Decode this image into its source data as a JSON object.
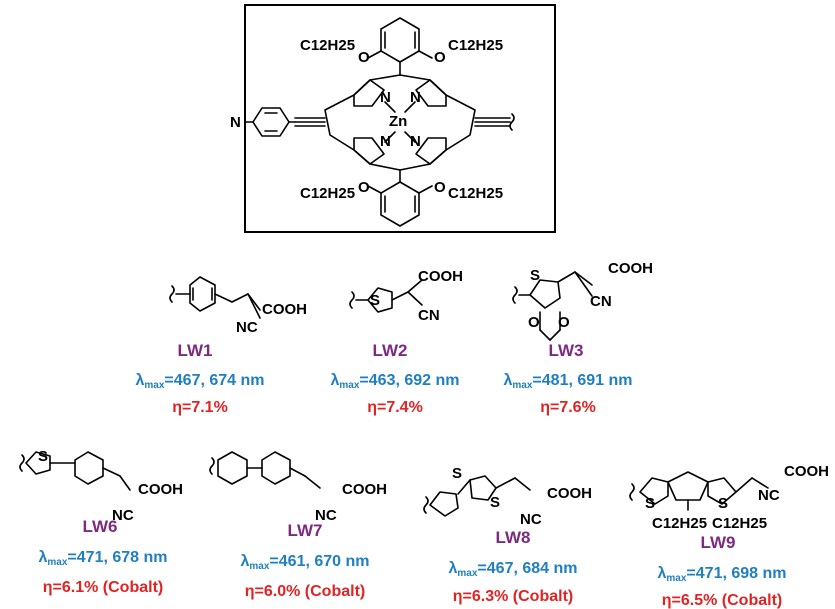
{
  "core": {
    "substituent": "C12H25",
    "oxygen": "O",
    "nitrogen": "N",
    "metal": "Zn"
  },
  "atoms": {
    "cooh": "COOH",
    "cn": "CN",
    "nc": "NC",
    "s": "S",
    "o": "O"
  },
  "dyes": [
    {
      "name": "LW1",
      "lambda_prefix": "λ",
      "lambda_sub": "max",
      "lambda_values": "=467, 674 nm",
      "eta": "η=7.1%"
    },
    {
      "name": "LW2",
      "lambda_prefix": "λ",
      "lambda_sub": "max",
      "lambda_values": "=463, 692 nm",
      "eta": "η=7.4%"
    },
    {
      "name": "LW3",
      "lambda_prefix": "λ",
      "lambda_sub": "max",
      "lambda_values": "=481, 691 nm",
      "eta": "η=7.6%"
    },
    {
      "name": "LW6",
      "lambda_prefix": "λ",
      "lambda_sub": "max",
      "lambda_values": "=471, 678 nm",
      "eta": "η=6.1% (Cobalt)"
    },
    {
      "name": "LW7",
      "lambda_prefix": "λ",
      "lambda_sub": "max",
      "lambda_values": "=461, 670 nm",
      "eta": "η=6.0% (Cobalt)"
    },
    {
      "name": "LW8",
      "lambda_prefix": "λ",
      "lambda_sub": "max",
      "lambda_values": "=467, 684 nm",
      "eta": "η=6.3% (Cobalt)"
    },
    {
      "name": "LW9",
      "lambda_prefix": "λ",
      "lambda_sub": "max",
      "lambda_values": "=471, 698 nm",
      "eta": "η=6.5% (Cobalt)"
    }
  ],
  "colors": {
    "name": "#7b2a80",
    "lambda": "#1f7fc1",
    "eta": "#e02424"
  }
}
